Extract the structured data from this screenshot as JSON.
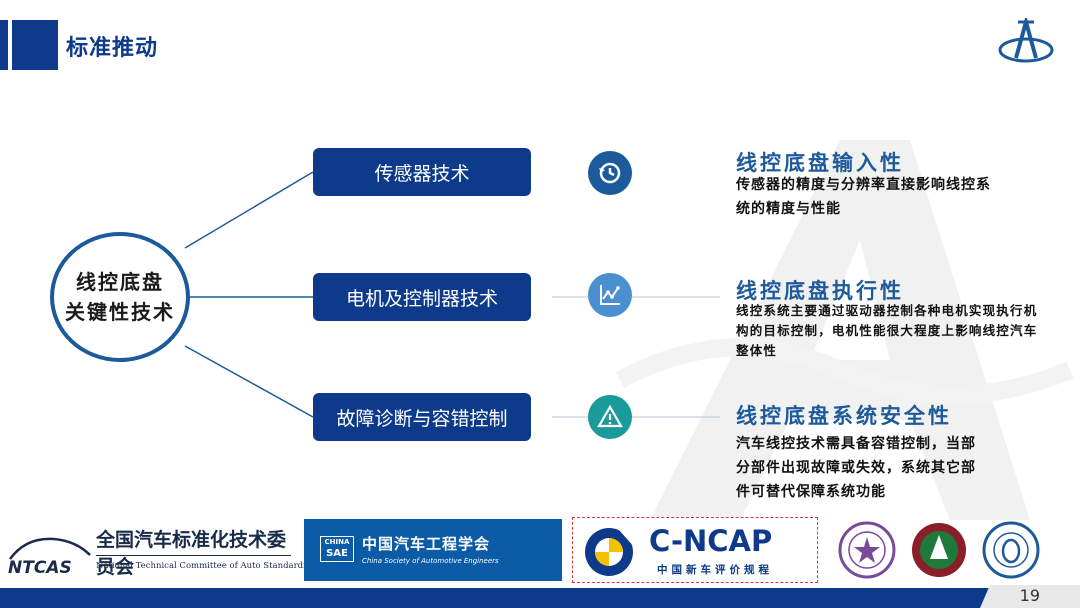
{
  "header": {
    "title": "标准推动"
  },
  "center": {
    "line1": "线控底盘",
    "line2": "关键性技术"
  },
  "technologies": [
    {
      "label": "传感器技术",
      "icon": "clock-history-icon"
    },
    {
      "label": "电机及控制器技术",
      "icon": "line-graph-icon"
    },
    {
      "label": "故障诊断与容错控制",
      "icon": "warning-triangle-icon"
    }
  ],
  "features": [
    {
      "title": "线控底盘输入性",
      "desc": "传感器的精度与分辨率直接影响线控系统的精度与性能"
    },
    {
      "title": "线控底盘执行性",
      "desc": "线控系统主要通过驱动器控制各种电机实现执行机构的目标控制，电机性能很大程度上影响线控汽车整体性"
    },
    {
      "title": "线控底盘系统安全性",
      "desc": "汽车线控技术需具备容错控制，当部分部件出现故障或失效，系统其它部件可替代保障系统功能"
    }
  ],
  "footer": {
    "ntcas": {
      "mark": "NTCAS",
      "cn": "全国汽车标准化技术委员会",
      "en": "National Technical Committee of Auto Standardization"
    },
    "sae": {
      "box_top": "CHINA",
      "box_bottom": "SAE",
      "cn": "中国汽车工程学会",
      "en": "China Society of Automotive Engineers"
    },
    "cncap": {
      "en": "C-NCAP",
      "cn": "中国新车评价规程"
    },
    "page_number": "19"
  },
  "colors": {
    "primary": "#0d3a8a",
    "accent": "#1d5a9c",
    "teal": "#1a9a9a",
    "light_blue": "#4a8fd0"
  }
}
